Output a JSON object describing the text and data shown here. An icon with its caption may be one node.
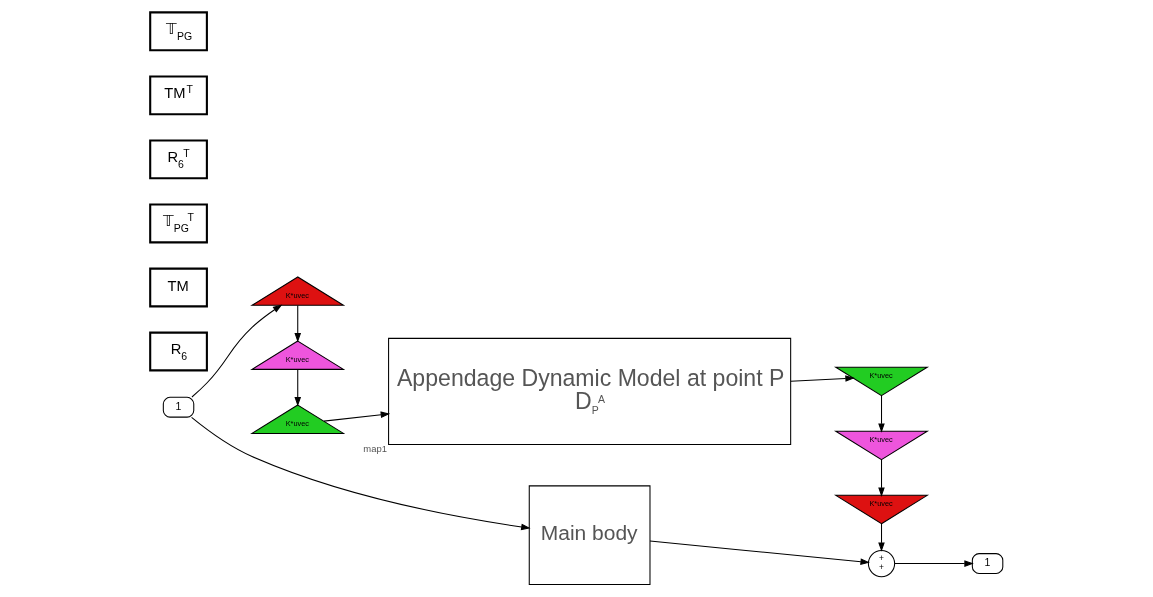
{
  "diagram": {
    "nodes": [
      {
        "text": [
          "1"
        ]
      },
      {
        "text": [
          "R$_{6}$"
        ]
      },
      {
        "text": [
          "K*uvec"
        ]
      },
      {
        "text": [
          "TM"
        ]
      },
      {
        "text": [
          "K*uvec"
        ]
      },
      {
        "text": [
          "𝕋$_{PG}$$^{T}$"
        ]
      },
      {
        "text": [
          "K*uvec"
        ]
      },
      {
        "text": [
          "Appendage Dynamic Model at point P",
          "D$_{P}$$^{A}$"
        ],
        "beside": [
          "map1"
        ]
      },
      {
        "text": [
          "K*uvec"
        ]
      },
      {
        "text": [
          "R$_{6}$$^{T}$"
        ]
      },
      {
        "text": [
          "K*uvec"
        ]
      },
      {
        "text": [
          "TM$^{T}$"
        ]
      },
      {
        "text": [
          "K*uvec"
        ]
      },
      {
        "text": [
          "𝕋$_{PG}$"
        ]
      },
      {
        "text": [
          "Main body"
        ]
      },
      {
        "text": [
          "+",
          "+"
        ]
      },
      {
        "text": [
          "1"
        ]
      }
    ],
    "edges": [
      {
        "from": 0,
        "to": 14,
        "arrow": "to"
      },
      {
        "from": 0,
        "to": 6,
        "arrow": "to"
      },
      {
        "from": 6,
        "to": 4,
        "arrow": "to"
      },
      {
        "from": 4,
        "to": 2,
        "arrow": "to"
      },
      {
        "from": 2,
        "to": 7,
        "arrow": "to"
      },
      {
        "from": 7,
        "to": 8,
        "arrow": "to"
      },
      {
        "from": 8,
        "to": 10,
        "arrow": "to"
      },
      {
        "from": 10,
        "to": 12,
        "arrow": "to"
      },
      {
        "from": 12,
        "to": 15,
        "arrow": "to"
      },
      {
        "from": 14,
        "to": 15,
        "arrow": "to"
      },
      {
        "from": 15,
        "to": 16,
        "arrow": "to"
      }
    ]
  }
}
